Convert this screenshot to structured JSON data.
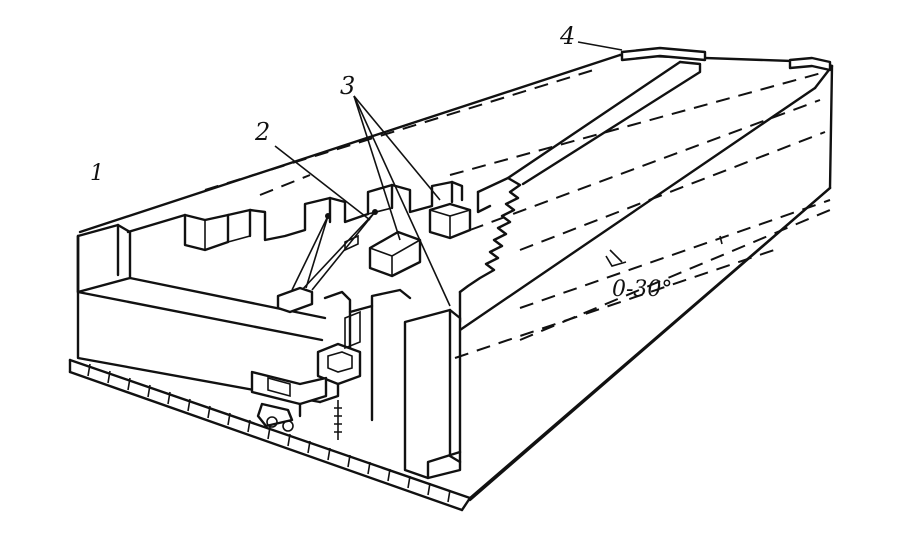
{
  "labels": {
    "l1": "1",
    "l2": "2",
    "l3": "3",
    "l4": "4",
    "angle": "0-30°"
  },
  "colors": {
    "ink": "#111111",
    "paper": "#ffffff"
  }
}
